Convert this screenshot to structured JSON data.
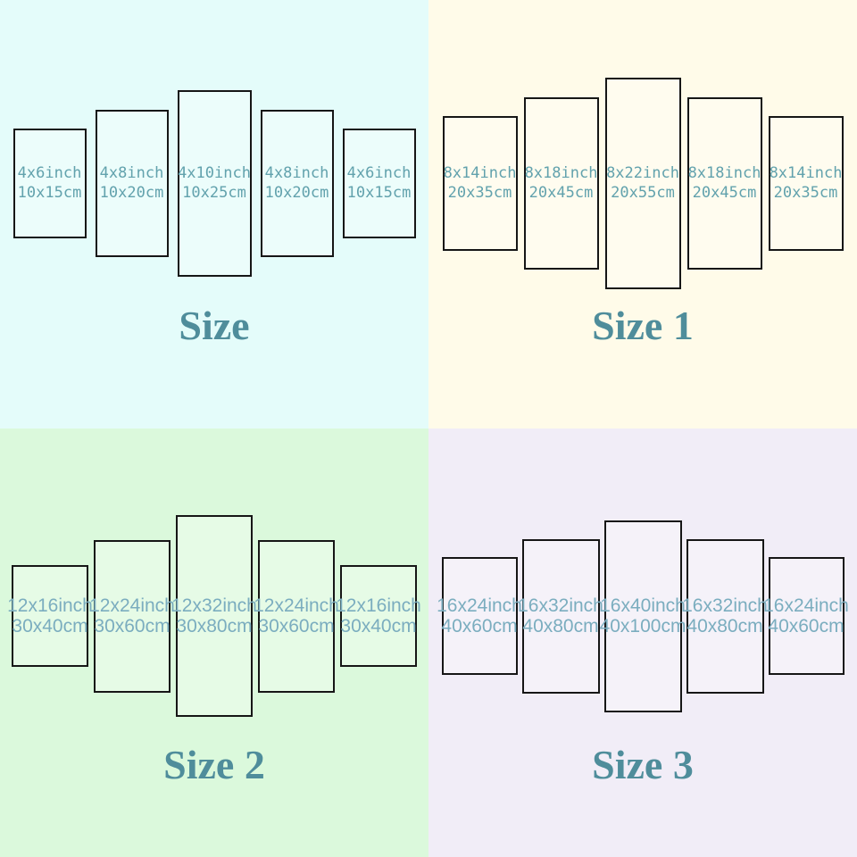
{
  "colors": {
    "quadrant_backgrounds": [
      "#e4fcfa",
      "#fffbe9",
      "#dbf9dc",
      "#f1edf7"
    ],
    "panel_border": "#161616",
    "label_text_top": "#62a2ad",
    "label_text_bottom": "#7badbf",
    "title_text": "#4f8d9b"
  },
  "quadrants": [
    {
      "title": "Size",
      "panels": [
        {
          "inch": "4x6inch",
          "cm": "10x15cm"
        },
        {
          "inch": "4x8inch",
          "cm": "10x20cm"
        },
        {
          "inch": "4x10inch",
          "cm": "10x25cm"
        },
        {
          "inch": "4x8inch",
          "cm": "10x20cm"
        },
        {
          "inch": "4x6inch",
          "cm": "10x15cm"
        }
      ]
    },
    {
      "title": "Size 1",
      "panels": [
        {
          "inch": "8x14inch",
          "cm": "20x35cm"
        },
        {
          "inch": "8x18inch",
          "cm": "20x45cm"
        },
        {
          "inch": "8x22inch",
          "cm": "20x55cm"
        },
        {
          "inch": "8x18inch",
          "cm": "20x45cm"
        },
        {
          "inch": "8x14inch",
          "cm": "20x35cm"
        }
      ]
    },
    {
      "title": "Size 2",
      "panels": [
        {
          "inch": "12x16inch",
          "cm": "30x40cm"
        },
        {
          "inch": "12x24inch",
          "cm": "30x60cm"
        },
        {
          "inch": "12x32inch",
          "cm": "30x80cm"
        },
        {
          "inch": "12x24inch",
          "cm": "30x60cm"
        },
        {
          "inch": "12x16inch",
          "cm": "30x40cm"
        }
      ]
    },
    {
      "title": "Size 3",
      "panels": [
        {
          "inch": "16x24inch",
          "cm": "40x60cm"
        },
        {
          "inch": "16x32inch",
          "cm": "40x80cm"
        },
        {
          "inch": "16x40inch",
          "cm": "40x100cm"
        },
        {
          "inch": "16x32inch",
          "cm": "40x80cm"
        },
        {
          "inch": "16x24inch",
          "cm": "40x60cm"
        }
      ]
    }
  ]
}
